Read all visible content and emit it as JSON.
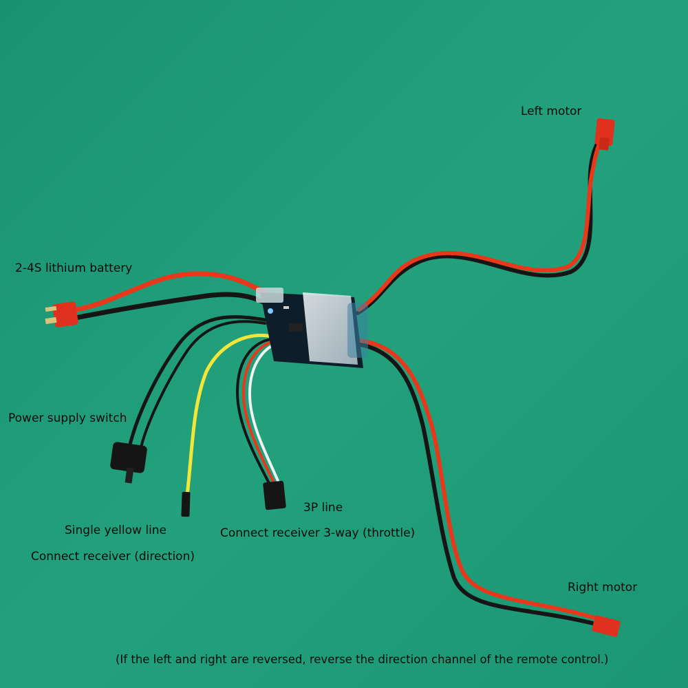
{
  "labels": {
    "left_motor": "Left motor",
    "battery": "2-4S lithium battery",
    "power_switch": "Power supply switch",
    "yellow_line": "Single yellow line",
    "yellow_line_sub": "Connect receiver (direction)",
    "three_p": "3P line",
    "three_p_sub": "Connect receiver 3-way (throttle)",
    "right_motor": "Right motor",
    "note": "(If the left and right are reversed, reverse the direction channel of the remote control.)"
  },
  "colors": {
    "background": "#1e9a76",
    "wire_red": "#e8381c",
    "wire_black": "#151515",
    "wire_yellow": "#f3e63a",
    "wire_white": "#f2f2f2",
    "connector_red": "#e0301e",
    "board": "#0e1d2a"
  }
}
